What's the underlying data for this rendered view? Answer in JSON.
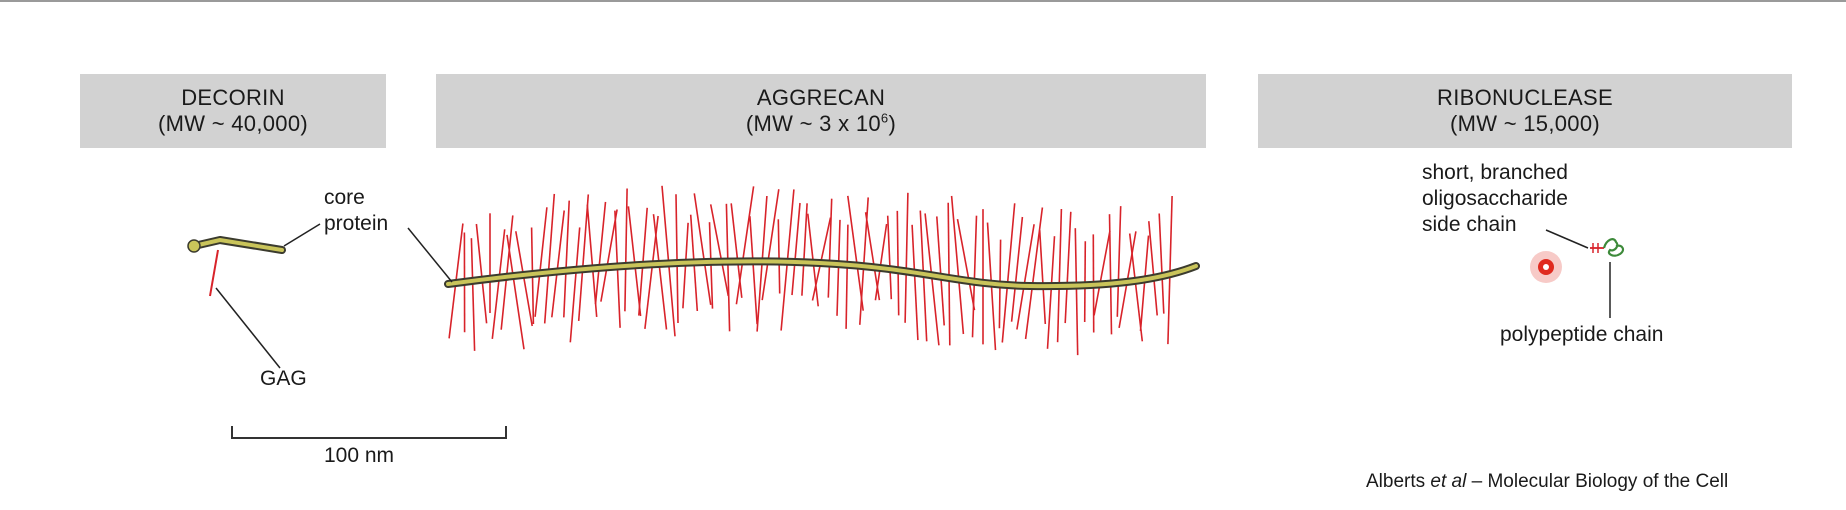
{
  "panels": {
    "decorin": {
      "title": "DECORIN",
      "mw": "(MW ~ 40,000)"
    },
    "aggrecan": {
      "title": "AGGRECAN",
      "mw_prefix": "(MW ~ 3 x 10",
      "mw_exponent": "6",
      "mw_suffix": ")"
    },
    "ribonuclease": {
      "title": "RIBONUCLEASE",
      "mw": "(MW ~ 15,000)"
    }
  },
  "labels": {
    "core_protein": [
      "core",
      "protein"
    ],
    "gag": "GAG",
    "side_chain": [
      "short, branched",
      "oligosaccharide",
      "side chain"
    ],
    "polypeptide_chain": "polypeptide chain",
    "scale_bar": "100 nm"
  },
  "citation": {
    "author": "Alberts ",
    "etal": "et al",
    "rest": " – Molecular Biology of the Cell"
  },
  "colors": {
    "header_bg": "#d2d2d2",
    "gag_chain": "#d8232a",
    "core_protein_fill": "#c9c45a",
    "core_protein_outline": "#3b3b2e",
    "polypeptide_green": "#3d8a3a",
    "cursor_red": "#e02a1f"
  }
}
